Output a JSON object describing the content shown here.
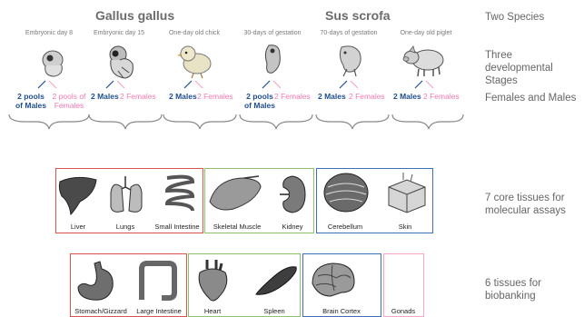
{
  "species": [
    {
      "name": "Gallus gallus",
      "stages": [
        "Embryonic day 8",
        "Embryonic day 15",
        "One-day old chick"
      ]
    },
    {
      "name": "Sus scrofa",
      "stages": [
        "30-days of gestation",
        "70-days of gestation",
        "One-day old piglet"
      ]
    }
  ],
  "sex_groups": [
    {
      "male": "2 pools of Males",
      "female": "2 pools of Females"
    },
    {
      "male": "2 Males",
      "female": "2 Females"
    },
    {
      "male": "2 Males",
      "female": "2 Females"
    },
    {
      "male": "2 pools of Males",
      "female": "2 Females"
    },
    {
      "male": "2 Males",
      "female": "2 Females"
    },
    {
      "male": "2 Males",
      "female": "2 Females"
    }
  ],
  "row_labels": {
    "species": "Two Species",
    "stages": "Three developmental Stages",
    "sexes": "Females and Males",
    "core": "7 core tissues for molecular assays",
    "biobank": "6 tissues for biobanking"
  },
  "core_tissues": [
    "Liver",
    "Lungs",
    "Small Intestine",
    "Skeletal Muscle",
    "Kidney",
    "Cerebellum",
    "Skin"
  ],
  "biobank_tissues": [
    "Stomach/Gizzard",
    "Large Intestine",
    "Heart",
    "Spleen",
    "Brain Cortex",
    "Gonads"
  ],
  "colors": {
    "red": "#d9534f",
    "green": "#8dc36b",
    "blue": "#3f6fb5",
    "pink": "#f5a6c8",
    "male": "#1f4e8c",
    "female": "#f07ab0"
  }
}
